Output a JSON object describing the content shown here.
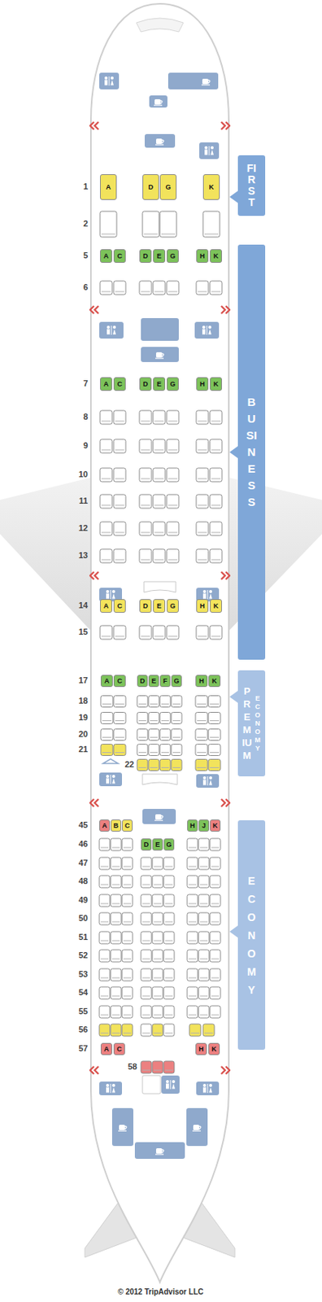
{
  "diagram": {
    "nodes": [
      {
        "text": [
          "FIRST"
        ]
      },
      {
        "text": [
          "BUSINESS"
        ]
      },
      {
        "text": [
          "PREMIUM",
          "ECONOMY"
        ]
      },
      {
        "text": [
          "ECONOMY"
        ]
      },
      {
        "text": [
          "A"
        ]
      },
      {
        "text": [
          "D"
        ]
      },
      {
        "text": [
          "G"
        ]
      },
      {
        "text": [
          "K"
        ]
      },
      {
        "text": [
          "A"
        ]
      },
      {
        "text": [
          "C"
        ]
      },
      {
        "text": [
          "D"
        ]
      },
      {
        "text": [
          "E"
        ]
      },
      {
        "text": [
          "G"
        ]
      },
      {
        "text": [
          "H"
        ]
      },
      {
        "text": [
          "K"
        ]
      },
      {
        "text": [
          "A"
        ]
      },
      {
        "text": [
          "C"
        ]
      },
      {
        "text": [
          "D"
        ]
      },
      {
        "text": [
          "E"
        ]
      },
      {
        "text": [
          "G"
        ]
      },
      {
        "text": [
          "H"
        ]
      },
      {
        "text": [
          "K"
        ]
      },
      {
        "text": [
          "A"
        ]
      },
      {
        "text": [
          "C"
        ]
      },
      {
        "text": [
          "D"
        ]
      },
      {
        "text": [
          "E"
        ]
      },
      {
        "text": [
          "G"
        ]
      },
      {
        "text": [
          "H"
        ]
      },
      {
        "text": [
          "K"
        ]
      },
      {
        "text": [
          "A"
        ]
      },
      {
        "text": [
          "C"
        ]
      },
      {
        "text": [
          "D"
        ]
      },
      {
        "text": [
          "E"
        ]
      },
      {
        "text": [
          "F"
        ]
      },
      {
        "text": [
          "G"
        ]
      },
      {
        "text": [
          "H"
        ]
      },
      {
        "text": [
          "K"
        ]
      },
      {
        "text": [
          "A"
        ]
      },
      {
        "text": [
          "B"
        ]
      },
      {
        "text": [
          "C"
        ]
      },
      {
        "text": [
          "H"
        ]
      },
      {
        "text": [
          "J"
        ]
      },
      {
        "text": [
          "K"
        ]
      },
      {
        "text": [
          "D"
        ]
      },
      {
        "text": [
          "E"
        ]
      },
      {
        "text": [
          "G"
        ]
      },
      {
        "text": [
          "A"
        ]
      },
      {
        "text": [
          "C"
        ]
      },
      {
        "text": [
          "H"
        ]
      },
      {
        "text": [
          "K"
        ]
      }
    ],
    "labels": [
      "1",
      "2",
      "5",
      "6",
      "7",
      "8",
      "9",
      "10",
      "11",
      "12",
      "13",
      "14",
      "15",
      "17",
      "18",
      "19",
      "20",
      "21",
      "22",
      "45",
      "46",
      "47",
      "48",
      "49",
      "50",
      "51",
      "52",
      "53",
      "54",
      "55",
      "56",
      "57",
      "58",
      "© 2012 TripAdvisor LLC"
    ]
  }
}
